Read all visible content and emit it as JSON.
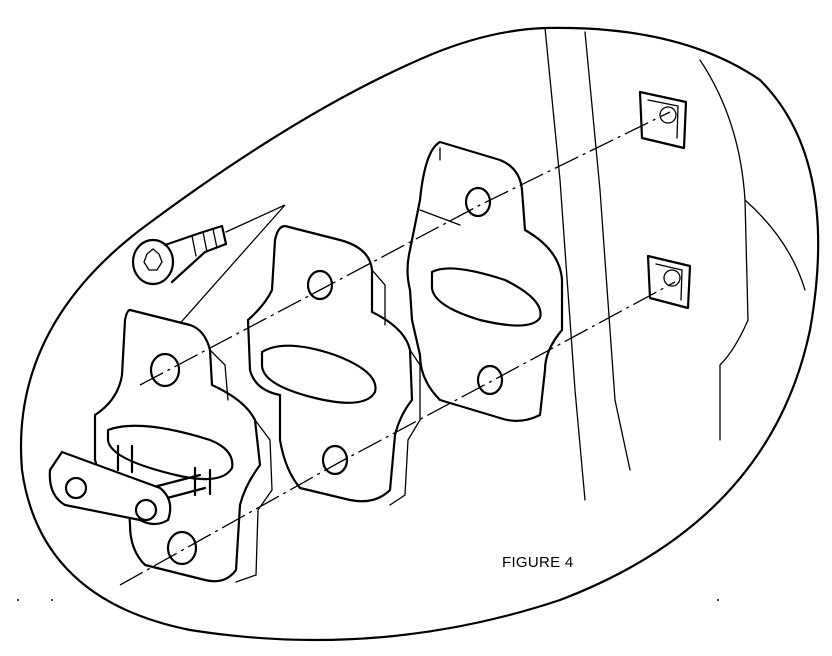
{
  "figure": {
    "caption": "FIGURE 4"
  },
  "parts": [
    {
      "name": "torx-screw",
      "icon": "torx-screw-icon"
    },
    {
      "name": "hinge-bracket-with-link",
      "icon": "hinge-bracket-icon"
    },
    {
      "name": "thick-shim-plate",
      "icon": "shim-plate-icon"
    },
    {
      "name": "thin-shim-plate",
      "icon": "shim-plate-icon"
    },
    {
      "name": "door-panel-square-mounting-holes",
      "icon": "mounting-hole-icon"
    }
  ],
  "colors": {
    "line": "#000000",
    "background": "#ffffff"
  }
}
